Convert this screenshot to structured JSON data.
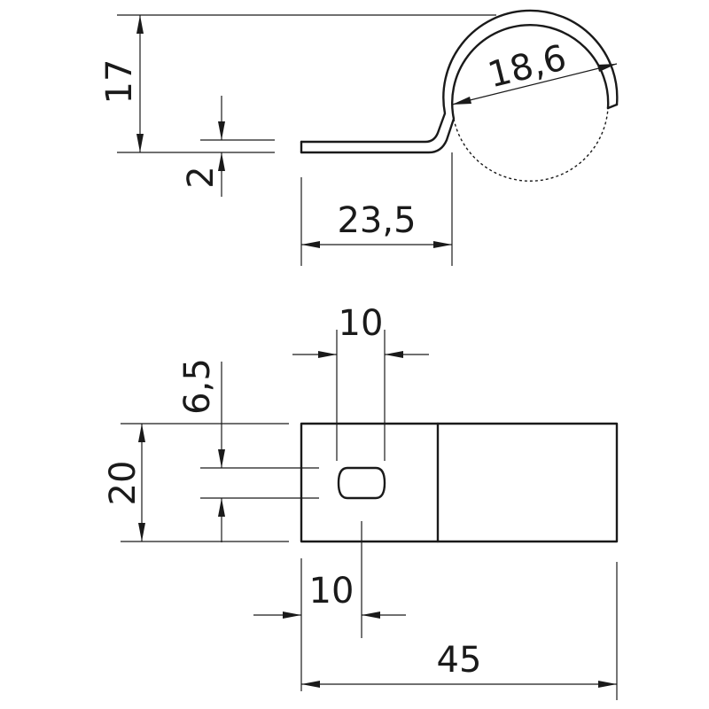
{
  "dimensions": {
    "height_17": "17",
    "thickness_2": "2",
    "diameter_18_6": "18,6",
    "offset_23_5": "23,5",
    "slot_width_10": "10",
    "slot_pos_6_5": "6,5",
    "width_20": "20",
    "slot_offset_10": "10",
    "length_45": "45"
  },
  "colors": {
    "line": "#1a1a1a",
    "background": "#ffffff"
  }
}
